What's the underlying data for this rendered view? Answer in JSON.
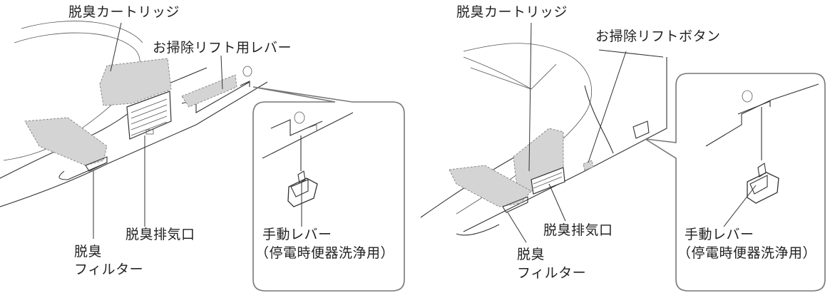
{
  "left": {
    "cartridge": "脱臭カートリッジ",
    "lift_lever": "お掃除リフト用レバー",
    "exhaust": "脱臭排気口",
    "filter_l1": "脱臭",
    "filter_l2": "フィルター",
    "manual_l1": "手動レバー",
    "manual_l2": "（停電時便器洗浄用）"
  },
  "right": {
    "cartridge": "脱臭カートリッジ",
    "lift_button": "お掃除リフトボタン",
    "exhaust": "脱臭排気口",
    "filter_l1": "脱臭",
    "filter_l2": "フィルター",
    "manual_l1": "手動レバー",
    "manual_l2": "（停電時便器洗浄用）"
  }
}
